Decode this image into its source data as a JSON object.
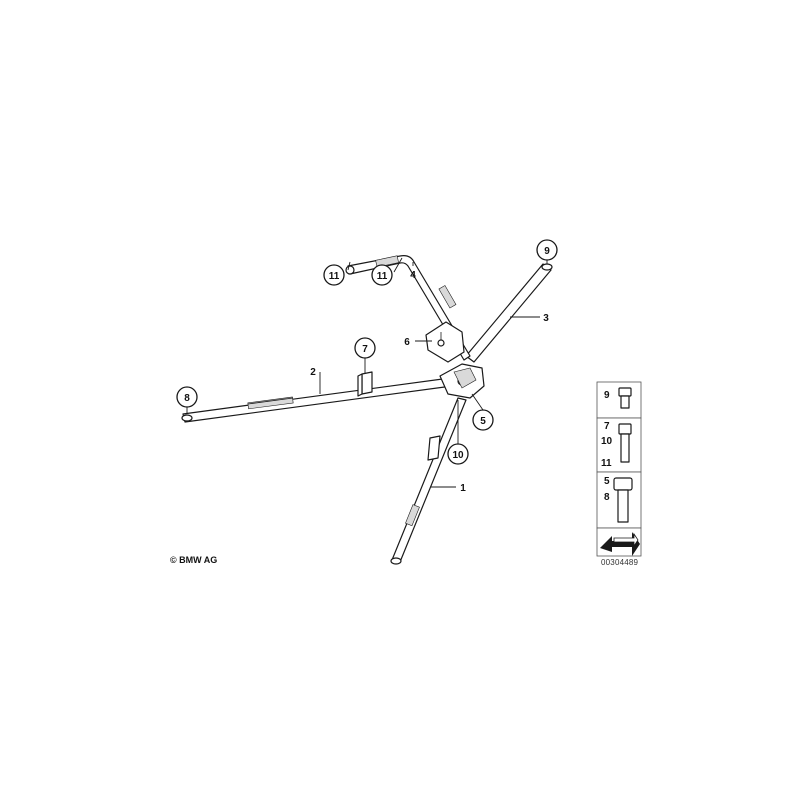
{
  "diagram": {
    "callouts": {
      "c1": "11",
      "c2": "11",
      "c3": "9",
      "c4": "7",
      "c5": "8",
      "c6": "5",
      "c7": "10"
    },
    "labels": {
      "l1": "4",
      "l2": "3",
      "l3": "6",
      "l4": "2",
      "l5": "1"
    },
    "legend": {
      "row1": [
        "9"
      ],
      "row2": [
        "7",
        "10",
        "11"
      ],
      "row3": [
        "5",
        "8"
      ]
    },
    "copyright": "© BMW AG",
    "drawing_number": "00304489",
    "colors": {
      "line": "#1a1a1a",
      "hatch": "#d9d9d9",
      "background": "#ffffff"
    }
  }
}
